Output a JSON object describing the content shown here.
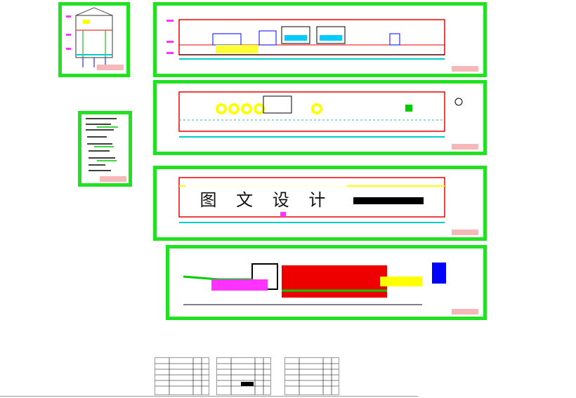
{
  "watermark": {
    "text": "图 文 设 计"
  },
  "colors": {
    "frame": "#22e022",
    "wall": "#e00000",
    "grid_axis": "#00cccc",
    "equipment_a": "#ffff33",
    "equipment_b": "#0000ff",
    "equipment_c": "#ff33ff",
    "titleblock": "#f5b8b8"
  },
  "drawings": [
    {
      "name": "section-view",
      "kind": "section"
    },
    {
      "name": "legend-sheet",
      "kind": "notes"
    },
    {
      "name": "elevation-plan",
      "kind": "elevation"
    },
    {
      "name": "floor-plan-1",
      "kind": "plan"
    },
    {
      "name": "floor-plan-2",
      "kind": "plan"
    },
    {
      "name": "process-layout",
      "kind": "process"
    },
    {
      "name": "schedule-table-1",
      "kind": "table"
    },
    {
      "name": "schedule-table-2",
      "kind": "table"
    },
    {
      "name": "schedule-table-3",
      "kind": "table"
    }
  ]
}
